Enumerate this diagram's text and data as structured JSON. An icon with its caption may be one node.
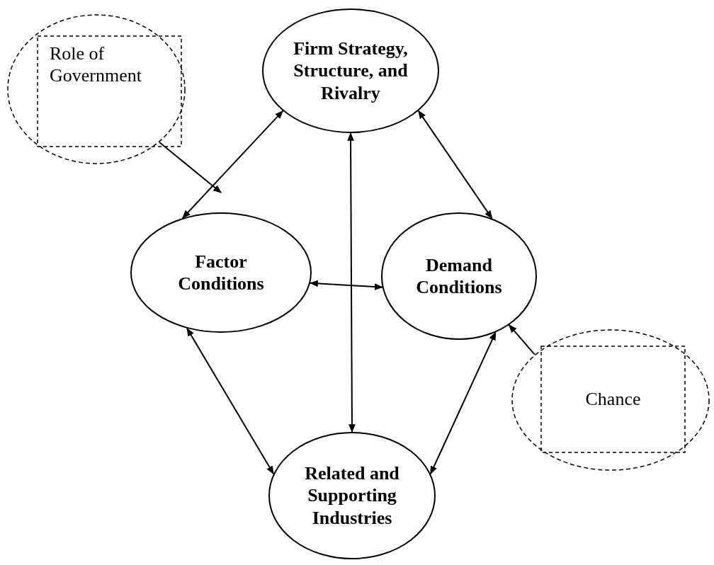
{
  "diagram": {
    "nodes": [
      {
        "text": [
          "Firm Strategy, Structure, and Rivalry"
        ]
      },
      {
        "text": [
          "Factor Conditions"
        ]
      },
      {
        "text": [
          "Demand Conditions"
        ]
      },
      {
        "text": [
          "Related and Supporting Industries"
        ]
      },
      {
        "text": [],
        "shape": "circle"
      },
      {
        "text": [
          "Role of Government"
        ],
        "in": 4
      },
      {
        "text": [],
        "shape": "circle"
      },
      {
        "text": [
          "Chance"
        ],
        "in": 6
      }
    ],
    "edges": [
      {
        "from": 0,
        "to": 1,
        "arrow": "both"
      },
      {
        "from": 0,
        "to": 2,
        "arrow": "both"
      },
      {
        "from": 0,
        "to": 3,
        "arrow": "both"
      },
      {
        "from": 1,
        "to": 2,
        "arrow": "both"
      },
      {
        "from": 1,
        "to": 3,
        "arrow": "both"
      },
      {
        "from": 2,
        "to": 3,
        "arrow": "both"
      },
      {
        "from": 4,
        "to": null,
        "arrow": "to"
      },
      {
        "from": 6,
        "to": 2,
        "arrow": "to"
      }
    ]
  }
}
